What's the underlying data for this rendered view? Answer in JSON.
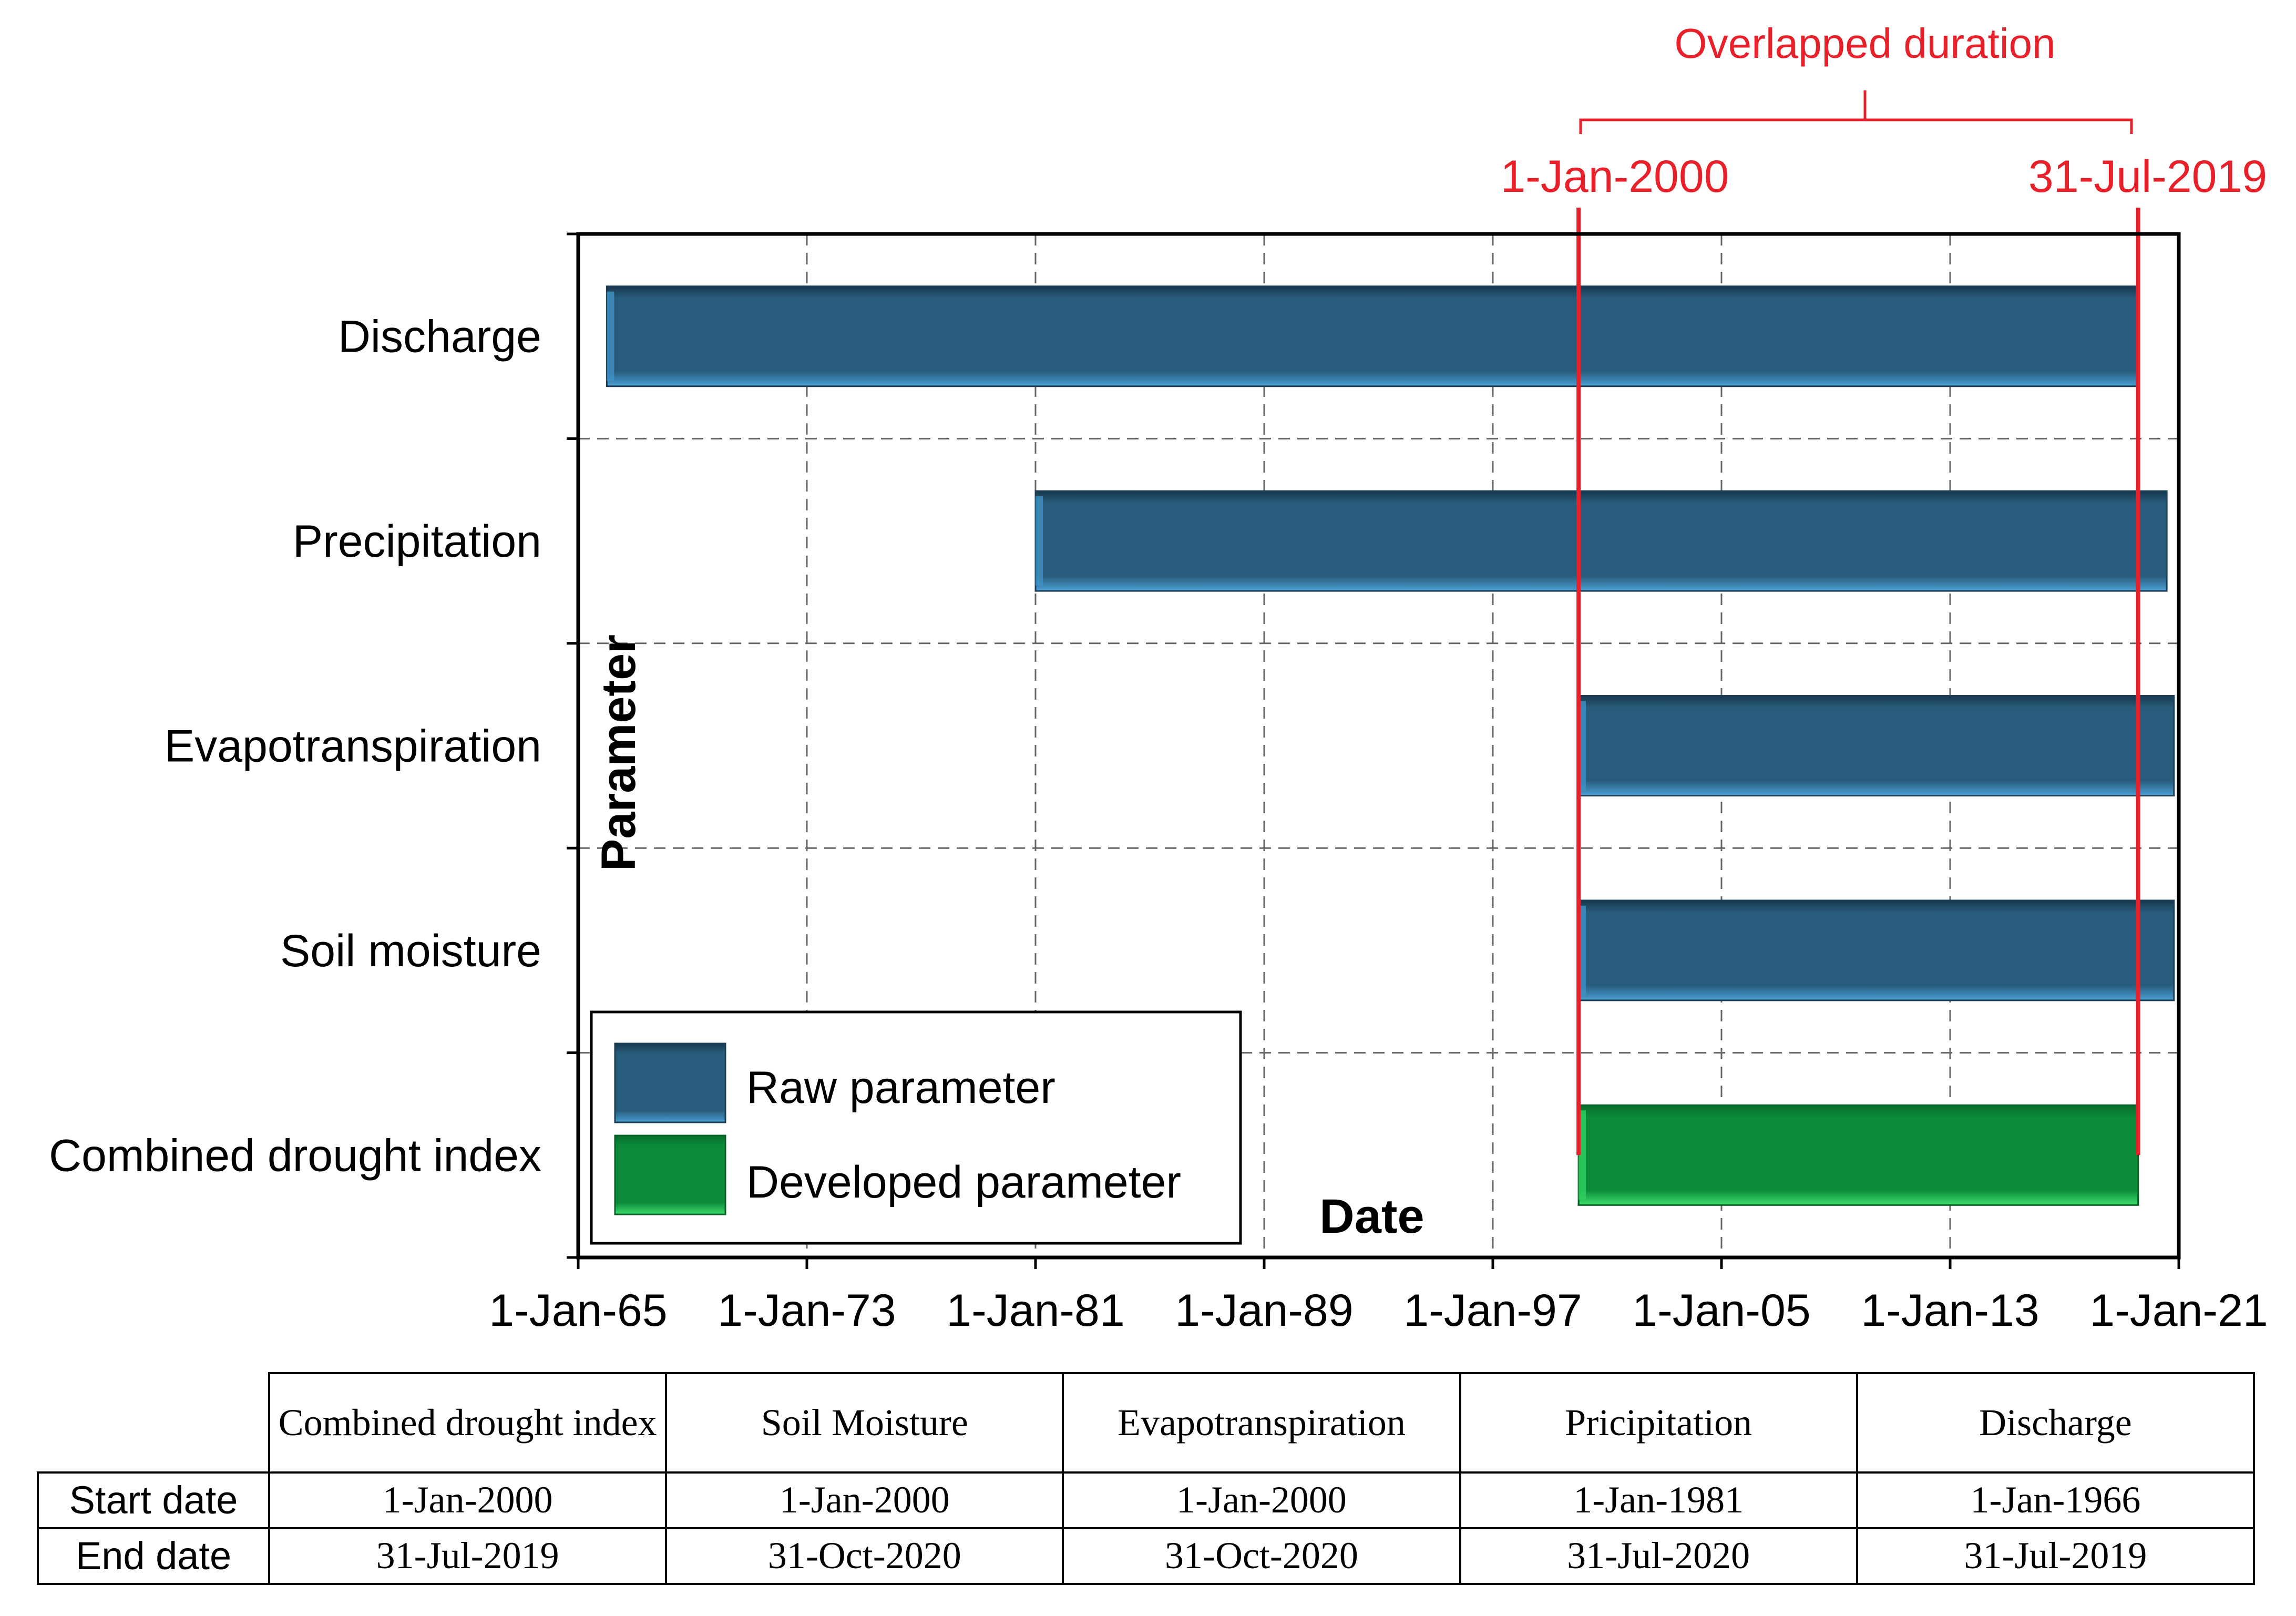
{
  "colors": {
    "raw": "#285c7c",
    "raw_edge": "#3f91c6",
    "developed": "#0b8a3a",
    "developed_edge": "#2fd160",
    "annotation": "#e8202a",
    "grid": "#666666"
  },
  "chart_data": {
    "type": "gantt",
    "xlabel": "Date",
    "ylabel": "Parameter",
    "x_ticks": [
      "1-Jan-65",
      "1-Jan-73",
      "1-Jan-81",
      "1-Jan-89",
      "1-Jan-97",
      "1-Jan-05",
      "1-Jan-13",
      "1-Jan-21"
    ],
    "x_tick_years": [
      1965,
      1973,
      1981,
      1989,
      1997,
      2005,
      2013,
      2021
    ],
    "xlim": [
      1965,
      2021
    ],
    "grid": true,
    "legend_position": "bottom-left",
    "legend": [
      {
        "label": "Raw parameter",
        "kind": "raw"
      },
      {
        "label": "Developed parameter",
        "kind": "developed"
      }
    ],
    "series": [
      {
        "name": "Discharge",
        "start": "1966-01-01",
        "end": "2019-07-31",
        "kind": "raw"
      },
      {
        "name": "Precipitation",
        "start": "1981-01-01",
        "end": "2020-07-31",
        "kind": "raw"
      },
      {
        "name": "Evapotranspiration",
        "start": "2000-01-01",
        "end": "2020-10-31",
        "kind": "raw"
      },
      {
        "name": "Soil moisture",
        "start": "2000-01-01",
        "end": "2020-10-31",
        "kind": "raw"
      },
      {
        "name": "Combined drought index",
        "start": "2000-01-01",
        "end": "2019-07-31",
        "kind": "developed"
      }
    ],
    "annotations": {
      "overlap_title": "Overlapped duration",
      "overlap_start": {
        "label": "1-Jan-2000",
        "date": "2000-01-01"
      },
      "overlap_end": {
        "label": "31-Jul-2019",
        "date": "2019-07-31"
      }
    }
  },
  "table": {
    "columns": [
      "Combined drought index",
      "Soil Moisture",
      "Evapotranspiration",
      "Pricipitation",
      "Discharge"
    ],
    "rows": [
      {
        "label": "Start date",
        "values": [
          "1-Jan-2000",
          "1-Jan-2000",
          "1-Jan-2000",
          "1-Jan-1981",
          "1-Jan-1966"
        ]
      },
      {
        "label": "End date",
        "values": [
          "31-Jul-2019",
          "31-Oct-2020",
          "31-Oct-2020",
          "31-Jul-2020",
          "31-Jul-2019"
        ]
      }
    ]
  }
}
